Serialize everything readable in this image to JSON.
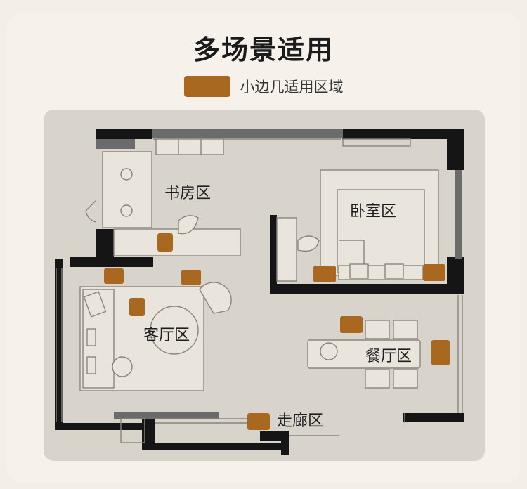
{
  "title": "多场景适用",
  "legend": {
    "label": "小边几适用区域",
    "swatch_color": "#a8681f"
  },
  "zones": {
    "study": "书房区",
    "bedroom": "卧室区",
    "living": "客厅区",
    "dining": "餐厅区",
    "corridor": "走廊区"
  },
  "colors": {
    "plan_bg": "#d9d4cb",
    "wall": "#151515",
    "wall_gray": "#6b6b6b",
    "furniture_line": "#8a857c",
    "furniture_fill": "#e9e5dd",
    "marker": "#a8681f"
  }
}
